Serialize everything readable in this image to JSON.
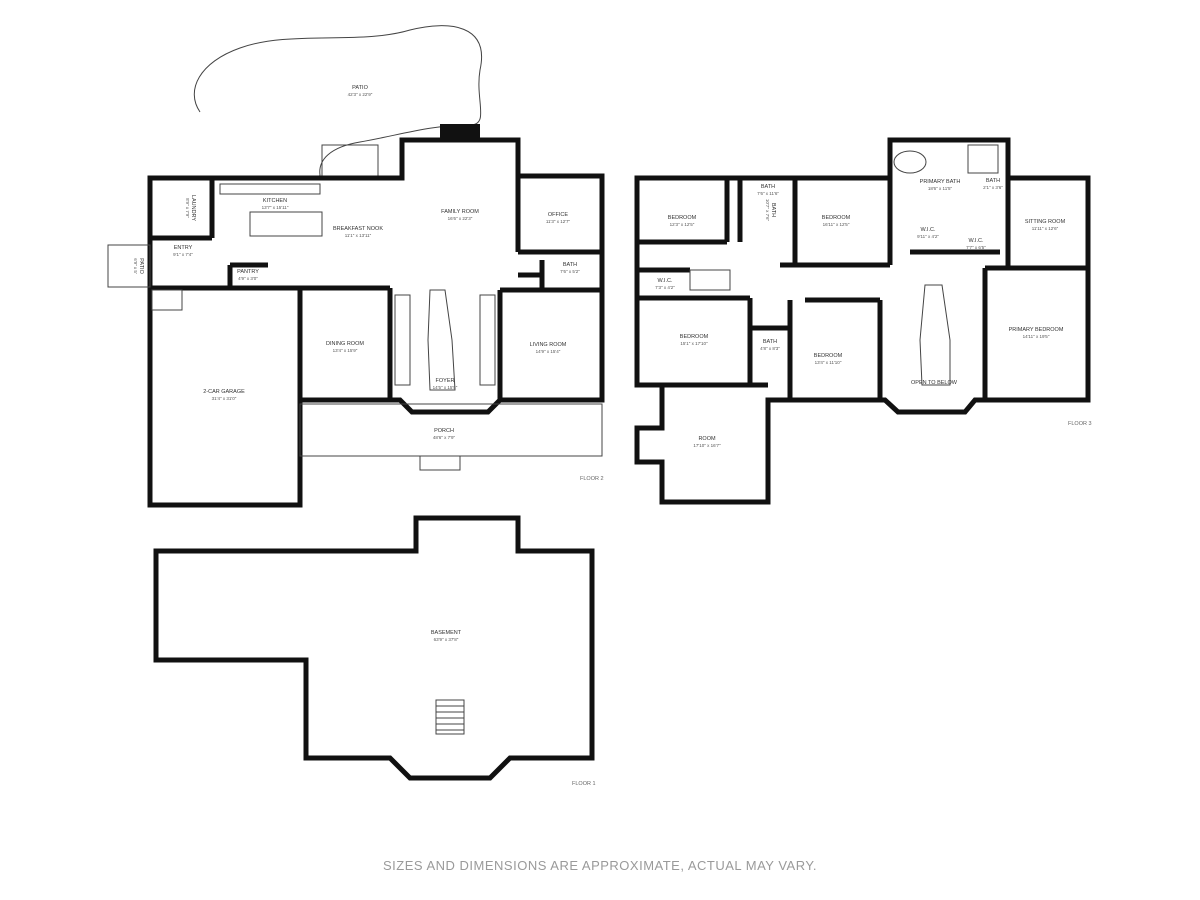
{
  "disclaimer": "SIZES AND DIMENSIONS ARE APPROXIMATE, ACTUAL MAY VARY.",
  "floors": {
    "floor1": "FLOOR 1",
    "floor2": "FLOOR 2",
    "floor3": "FLOOR 3"
  },
  "rooms": {
    "patio": {
      "name": "PATIO",
      "dim": "42'3\" x 22'9\""
    },
    "family_room": {
      "name": "FAMILY ROOM",
      "dim": "16'6\" x 22'3\""
    },
    "office": {
      "name": "OFFICE",
      "dim": "11'3\" x 12'7\""
    },
    "kitchen": {
      "name": "KITCHEN",
      "dim": "13'7\" x 15'11\""
    },
    "breakfast": {
      "name": "BREAKFAST NOOK",
      "dim": "11'1\" x 13'11\""
    },
    "laundry": {
      "name": "LAUNDRY",
      "dim": "8'9\" x 7'9\""
    },
    "entry": {
      "name": "ENTRY",
      "dim": "9'1\" x 7'4\""
    },
    "patio_side": {
      "name": "PATIO",
      "dim": "6'9\" x 5'"
    },
    "pantry": {
      "name": "PANTRY",
      "dim": "4'9\" x 3'0\""
    },
    "bath_f2": {
      "name": "BATH",
      "dim": "7'6\" x 5'2\""
    },
    "garage": {
      "name": "2-CAR GARAGE",
      "dim": "31'4\" x 31'0\""
    },
    "dining": {
      "name": "DINING ROOM",
      "dim": "13'4\" x 15'9\""
    },
    "foyer": {
      "name": "FOYER",
      "dim": "14'5\" x 15'5\""
    },
    "living": {
      "name": "LIVING ROOM",
      "dim": "14'9\" x 15'4\""
    },
    "porch": {
      "name": "PORCH",
      "dim": "48'6\" x 7'9\""
    },
    "bedroom_a": {
      "name": "BEDROOM",
      "dim": "12'3\" x 12'5\""
    },
    "bath_a": {
      "name": "BATH",
      "dim": "7'6\" x 11'6\""
    },
    "bath_b": {
      "name": "BATH",
      "dim": "10'7\" x 7'6\""
    },
    "bedroom_b": {
      "name": "BEDROOM",
      "dim": "16'11\" x 12'5\""
    },
    "primary_bath": {
      "name": "PRIMARY BATH",
      "dim": "18'6\" x 11'5\""
    },
    "bath_c": {
      "name": "BATH",
      "dim": "2'1\" x 3'6\""
    },
    "wic_a": {
      "name": "W.I.C.",
      "dim": "9'11\" x 4'2\""
    },
    "wic_b": {
      "name": "W.I.C.",
      "dim": "7'7\" x 6'5\""
    },
    "sitting": {
      "name": "SITTING ROOM",
      "dim": "11'11\" x 12'6\""
    },
    "wic_c": {
      "name": "W.I.C.",
      "dim": "7'3\" x 4'2\""
    },
    "bedroom_c": {
      "name": "BEDROOM",
      "dim": "15'1\" x 17'10\""
    },
    "bath_d": {
      "name": "BATH",
      "dim": "4'8\" x 8'3\""
    },
    "bedroom_d": {
      "name": "BEDROOM",
      "dim": "13'4\" x 11'10\""
    },
    "open_below": {
      "name": "OPEN TO BELOW",
      "dim": ""
    },
    "primary_bed": {
      "name": "PRIMARY BEDROOM",
      "dim": "14'11\" x 19'5\""
    },
    "room": {
      "name": "ROOM",
      "dim": "17'10\" x 16'7\""
    },
    "basement": {
      "name": "BASEMENT",
      "dim": "63'9\" x 37'8\""
    }
  }
}
